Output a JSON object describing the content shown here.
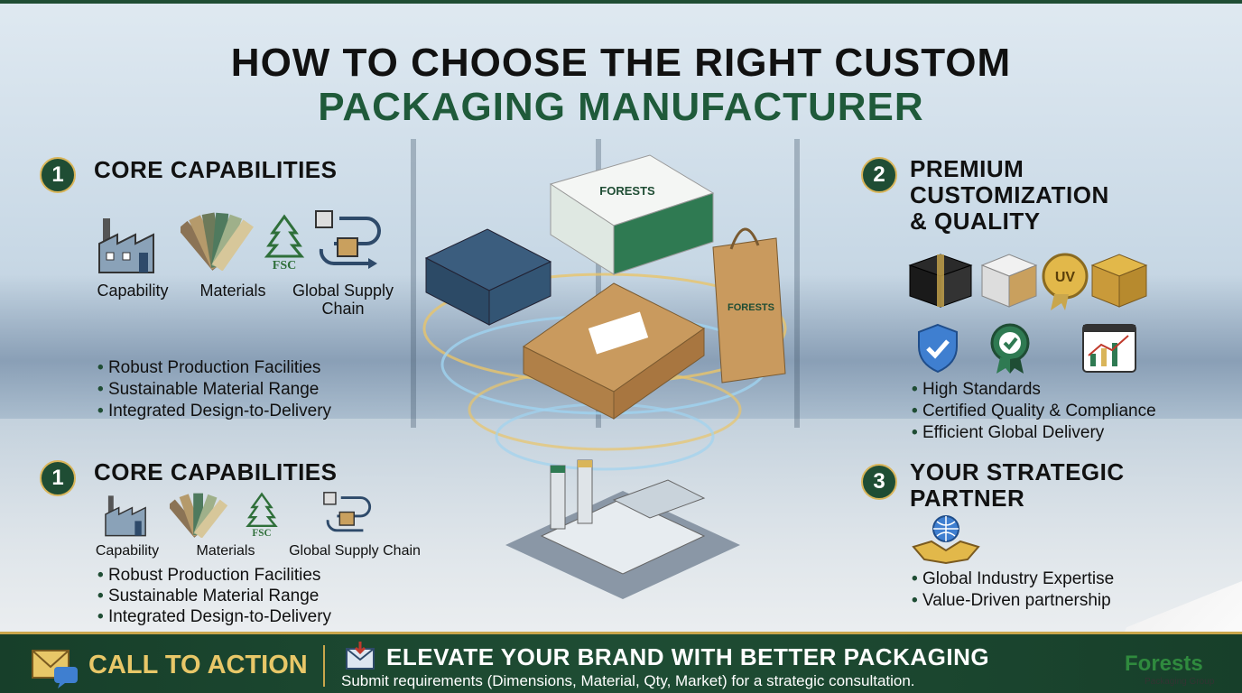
{
  "title": {
    "line1": "HOW TO CHOOSE THE RIGHT CUSTOM",
    "line2": "PACKAGING MANUFACTURER"
  },
  "section_top_left": {
    "number": "1",
    "heading": "CORE CAPABILITIES",
    "icons": [
      {
        "icon": "factory-icon",
        "label": "Capability"
      },
      {
        "icon": "swatch-icon",
        "label": "Materials"
      },
      {
        "icon": "fsc-icon",
        "label": "Global Supply Chain",
        "fsc_text": "FSC"
      }
    ],
    "bullets": [
      "Robust Production Facilities",
      "Sustainable Material Range",
      "Integrated Design-to-Delivery"
    ]
  },
  "section_bottom_left": {
    "number": "1",
    "heading": "CORE CAPABILITIES",
    "icons": [
      {
        "icon": "factory-icon",
        "label": "Capability"
      },
      {
        "icon": "swatch-icon",
        "label": "Materials"
      },
      {
        "icon": "fsc-icon",
        "label": "Global Supply Chain",
        "fsc_text": "FSC"
      }
    ],
    "bullets": [
      "Robust Production Facilities",
      "Sustainable Material Range",
      "Integrated Design-to-Delivery"
    ]
  },
  "section_right_top": {
    "number": "2",
    "heading_line1": "PREMIUM",
    "heading_line2": "CUSTOMIZATION",
    "heading_line3": "& QUALITY",
    "uv_badge": "UV",
    "bullets": [
      "High Standards",
      "Certified Quality & Compliance",
      "Efficient Global Delivery"
    ]
  },
  "section_right_bottom": {
    "number": "3",
    "heading_line1": "YOUR STRATEGIC",
    "heading_line2": "PARTNER",
    "bullets": [
      "Global Industry Expertise",
      "Value-Driven partnership"
    ]
  },
  "hero": {
    "box_top_label": "FORESTS",
    "bag_label": "FORESTS"
  },
  "cta": {
    "label": "CALL TO ACTION",
    "headline": "ELEVATE YOUR BRAND WITH BETTER PACKAGING",
    "subtext": "Submit requirements (Dimensions, Material, Qty, Market) for a strategic consultation."
  },
  "brand": {
    "name": "Forests",
    "tagline": "Packaging Group"
  },
  "colors": {
    "brand_green": "#1f4d34",
    "accent_gold": "#d9b55a",
    "title_green": "#1f5a3a"
  }
}
